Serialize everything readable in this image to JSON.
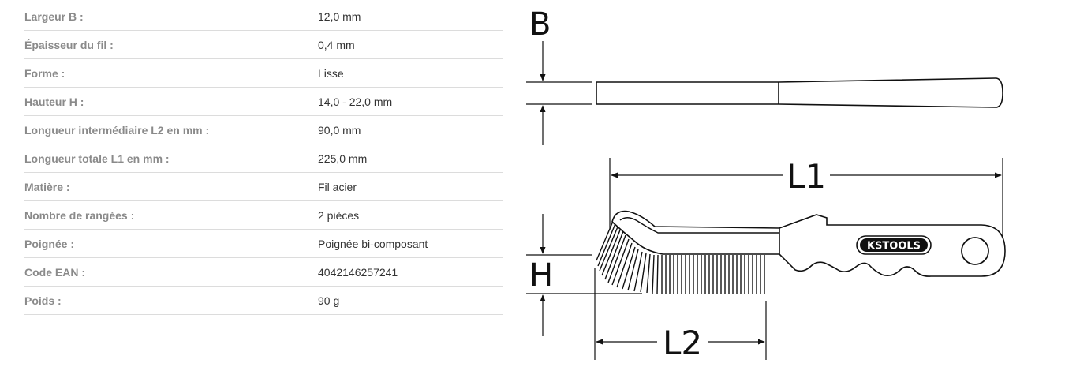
{
  "specs": [
    {
      "label": "Largeur B :",
      "value": "12,0 mm"
    },
    {
      "label": "Épaisseur du fil :",
      "value": "0,4 mm"
    },
    {
      "label": "Forme :",
      "value": "Lisse"
    },
    {
      "label": "Hauteur H :",
      "value": "14,0 - 22,0 mm"
    },
    {
      "label": "Longueur intermédiaire L2 en mm :",
      "value": "90,0 mm"
    },
    {
      "label": "Longueur totale L1 en mm :",
      "value": "225,0 mm"
    },
    {
      "label": "Matière :",
      "value": "Fil acier"
    },
    {
      "label": "Nombre de rangées :",
      "value": "2 pièces"
    },
    {
      "label": "Poignée :",
      "value": "Poignée bi-composant"
    },
    {
      "label": "Code EAN :",
      "value": "4042146257241"
    },
    {
      "label": "Poids :",
      "value": "90 g"
    }
  ],
  "drawing": {
    "label_b": "B",
    "label_h": "H",
    "label_l1": "L1",
    "label_l2": "L2",
    "brand_logo_text": "KSTOOLS"
  }
}
